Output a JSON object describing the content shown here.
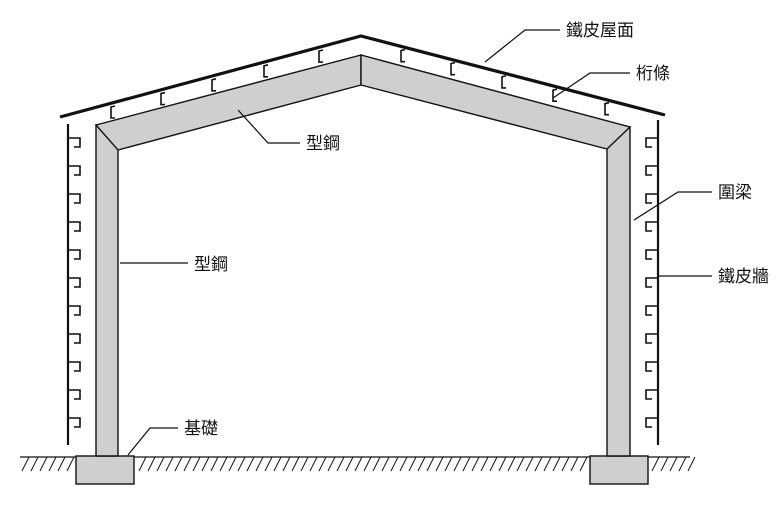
{
  "labels": {
    "roof_sheet": "鐵皮屋面",
    "purlin": "桁條",
    "steel_beam": "型鋼",
    "ring_beam": "圍梁",
    "steel_column": "型鋼",
    "wall_sheet": "鐵皮牆",
    "foundation": "基礎"
  },
  "colors": {
    "steel_fill": "#cfcfcf",
    "line": "#111111",
    "background": "#ffffff"
  }
}
